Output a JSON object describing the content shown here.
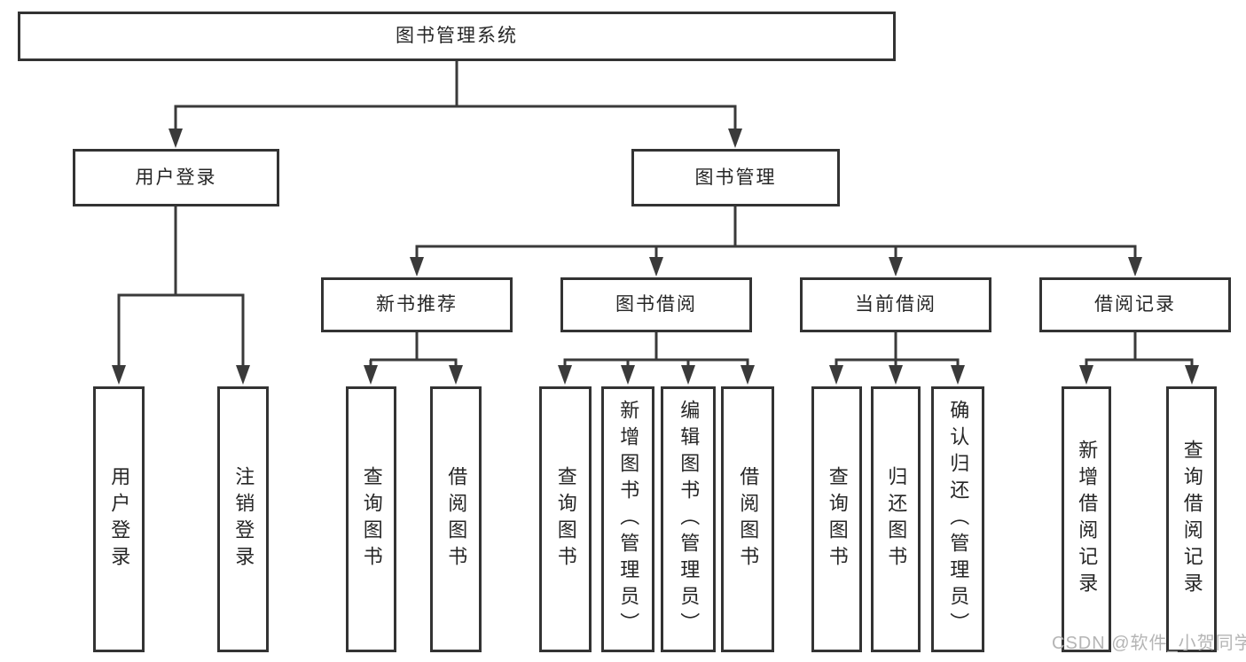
{
  "tree": {
    "root": "图书管理系统",
    "children": [
      {
        "label": "用户登录",
        "children": [
          "用户登录",
          "注销登录"
        ]
      },
      {
        "label": "图书管理",
        "children": [
          {
            "label": "新书推荐",
            "children": [
              "查询图书",
              "借阅图书"
            ]
          },
          {
            "label": "图书借阅",
            "children": [
              "查询图书",
              "新增图书（管理员）",
              "编辑图书（管理员）",
              "借阅图书"
            ]
          },
          {
            "label": "当前借阅",
            "children": [
              "查询图书",
              "归还图书",
              "确认归还（管理员）"
            ]
          },
          {
            "label": "借阅记录",
            "children": [
              "新增借阅记录",
              "查询借阅记录"
            ]
          }
        ]
      }
    ]
  },
  "watermark": {
    "text": "CSDN @软件_小贺同学"
  },
  "colors": {
    "line": "#3a3a3a",
    "box_border": "#333333",
    "text": "#262626",
    "watermark": "#b5b5b5",
    "background": "#ffffff"
  }
}
